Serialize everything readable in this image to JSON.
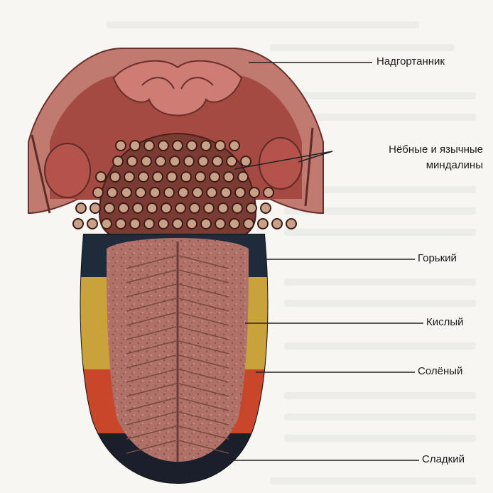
{
  "labels": {
    "epiglottis": "Надгортанник",
    "tonsils_line1": "Нёбные и язычные",
    "tonsils_line2": "миндалины",
    "bitter": "Горький",
    "sour": "Кислый",
    "salty": "Солёный",
    "sweet": "Сладкий"
  },
  "colors": {
    "bitter_zone": "#1f2a3a",
    "sour_zone": "#c9a23a",
    "salty_zone": "#c8472a",
    "sweet_zone": "#1b1f2b",
    "tongue_surface": "#b5766c",
    "throat": "#b0574e",
    "leader_line": "#222222"
  }
}
